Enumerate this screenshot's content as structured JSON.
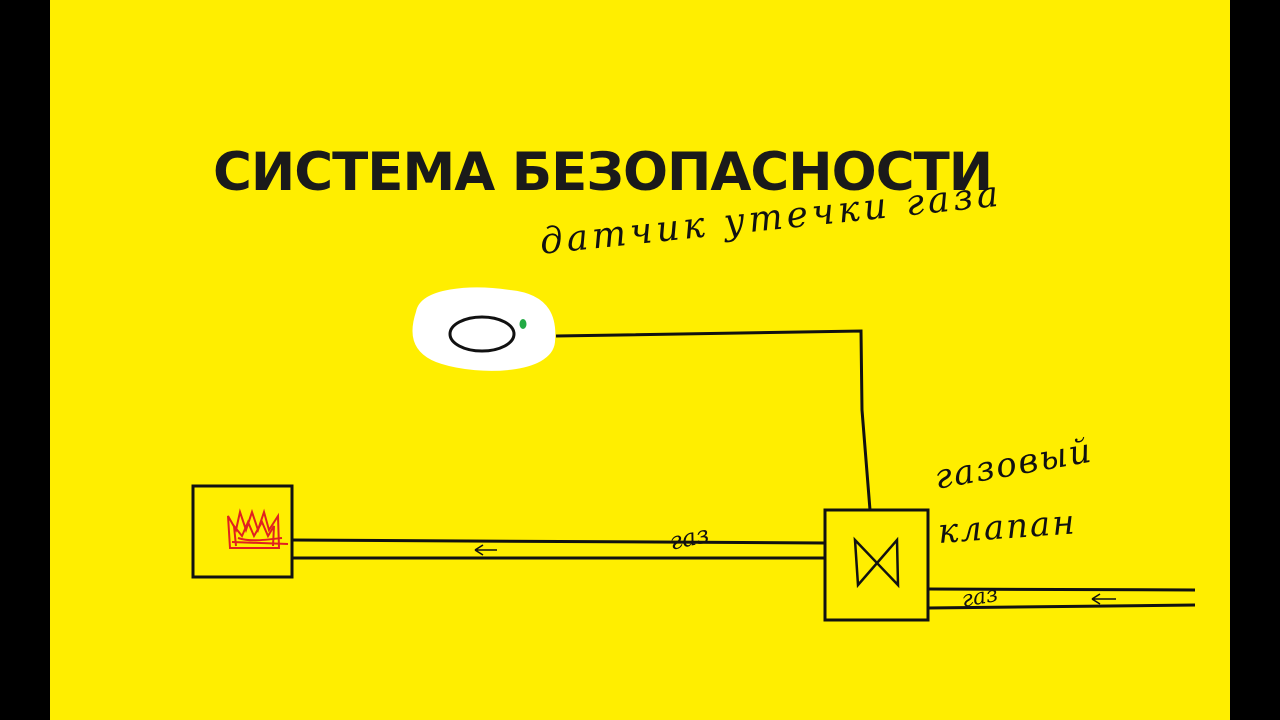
{
  "title": "СИСТЕМА БЕЗОПАСНОСТИ",
  "labels": {
    "sensor": "датчик утечки газа",
    "valve_line1": "газовый",
    "valve_line2": "клапан",
    "gas_pipe_left": "газ",
    "gas_pipe_right": "газ"
  },
  "colors": {
    "background": "#FFEE00",
    "border": "#000000",
    "flame": "#E02020",
    "sensor_light": "#22AA44"
  },
  "icons": {
    "burner": "flame-icon",
    "valve": "valve-symbol-icon",
    "sensor": "gas-sensor-icon"
  }
}
